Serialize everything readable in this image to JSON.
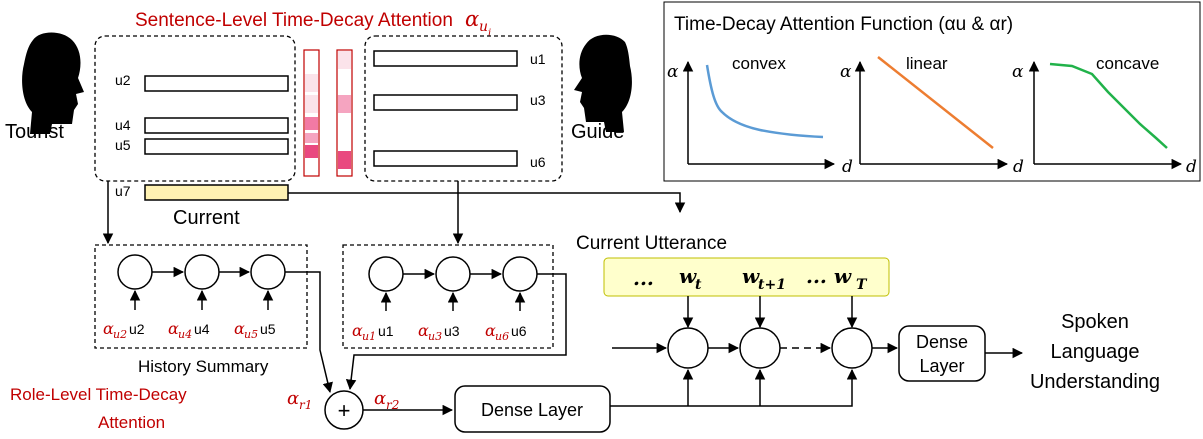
{
  "title": "Sentence-Level Time-Decay Attention",
  "title_symbol": "α",
  "title_sub": "u",
  "title_subsub": "i",
  "speakers": {
    "tourist": "Tourist",
    "guide": "Guide"
  },
  "tourist_utts": [
    "u2",
    "u4",
    "u5"
  ],
  "guide_utts": [
    "u1",
    "u3",
    "u6"
  ],
  "current_utt": "u7",
  "current_label": "Current",
  "current_utterance_label": "Current Utterance",
  "history_label": "History Summary",
  "role_level_label_1": "Role-Level Time-Decay",
  "role_level_label_2": "Attention",
  "alpha_r1": "r1",
  "alpha_r2": "r2",
  "dense_layer_1": "Dense Layer",
  "dense_layer_2a": "Dense",
  "dense_layer_2b": "Layer",
  "slu_output": [
    "Spoken",
    "Language",
    "Understanding"
  ],
  "tourist_rnn_inputs": [
    {
      "alpha_sub": "u2",
      "u": "u2"
    },
    {
      "alpha_sub": "u4",
      "u": "u4"
    },
    {
      "alpha_sub": "u5",
      "u": "u5"
    }
  ],
  "guide_rnn_inputs": [
    {
      "alpha_sub": "u1",
      "u": "u1"
    },
    {
      "alpha_sub": "u3",
      "u": "u3"
    },
    {
      "alpha_sub": "u6",
      "u": "u6"
    }
  ],
  "words": [
    "...",
    "wt",
    "wt+1",
    "... wT"
  ],
  "plus": "+",
  "inset": {
    "title": "Time-Decay Attention Function (αu & αr)",
    "curves": [
      "convex",
      "linear",
      "concave"
    ],
    "y_axis": "α",
    "x_axis": "d",
    "colors": {
      "convex": "#5b9bd5",
      "linear": "#ed7d31",
      "concave": "#21b24a"
    }
  },
  "colors": {
    "accent_red": "#c00000",
    "current_fill": "#fff2b3",
    "words_fill": "#ffffcc",
    "attn_pink": "#e9487f"
  }
}
